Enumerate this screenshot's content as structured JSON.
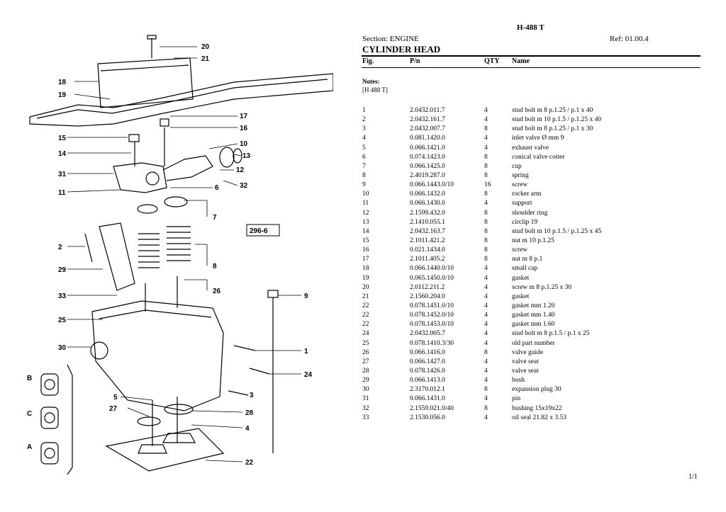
{
  "header": {
    "model": "H-488 T",
    "section": "Section: ENGINE",
    "ref": "Ref: 01.00.4",
    "title": "CYLINDER HEAD"
  },
  "columns": {
    "fig": "Fig.",
    "pn": "P/n",
    "qty": "QTY",
    "name": "Name"
  },
  "notes": {
    "title": "Notes:",
    "text": "[H 488 T]"
  },
  "parts": [
    {
      "fig": "1",
      "pn": "2.0432.011.7",
      "qty": "4",
      "name": "stud bolt m 8 p.1.25 / p.1 x 40"
    },
    {
      "fig": "2",
      "pn": "2.0432.161.7",
      "qty": "4",
      "name": "stud bolt m 10 p.1.5 / p.1.25 x 40"
    },
    {
      "fig": "3",
      "pn": "2.0432.007.7",
      "qty": "8",
      "name": "stud bolt m 8 p.1.25 / p.1 x 30"
    },
    {
      "fig": "4",
      "pn": "0.081.1420.0",
      "qty": "4",
      "name": "inlet valve Ø mm 9"
    },
    {
      "fig": "5",
      "pn": "0.066.1421.0",
      "qty": "4",
      "name": "exhaust valve"
    },
    {
      "fig": "6",
      "pn": "0.074.1423.0",
      "qty": "8",
      "name": "conical valve cotter"
    },
    {
      "fig": "7",
      "pn": "0.066.1425.0",
      "qty": "8",
      "name": "cup"
    },
    {
      "fig": "8",
      "pn": "2.4019.287.0",
      "qty": "8",
      "name": "spring"
    },
    {
      "fig": "9",
      "pn": "0.066.1443.0/10",
      "qty": "16",
      "name": "screw"
    },
    {
      "fig": "10",
      "pn": "0.066.1432.0",
      "qty": "8",
      "name": "rocker arm"
    },
    {
      "fig": "11",
      "pn": "0.066.1430.0",
      "qty": "4",
      "name": "support"
    },
    {
      "fig": "12",
      "pn": "2.1599.432.0",
      "qty": "8",
      "name": "shoulder ring"
    },
    {
      "fig": "13",
      "pn": "2.1410.055.1",
      "qty": "8",
      "name": "circlip 19"
    },
    {
      "fig": "14",
      "pn": "2.0432.163.7",
      "qty": "8",
      "name": "stud bolt m 10 p.1.5 / p.1.25 x 45"
    },
    {
      "fig": "15",
      "pn": "2.1011.421.2",
      "qty": "8",
      "name": "nut m 10 p.1.25"
    },
    {
      "fig": "16",
      "pn": "0.021.1434.0",
      "qty": "8",
      "name": "screw"
    },
    {
      "fig": "17",
      "pn": "2.1011.405.2",
      "qty": "8",
      "name": "nut m 8 p.1"
    },
    {
      "fig": "18",
      "pn": "0.066.1440.0/10",
      "qty": "4",
      "name": "small cap"
    },
    {
      "fig": "19",
      "pn": "0.065.1450.0/10",
      "qty": "4",
      "name": "gasket"
    },
    {
      "fig": "20",
      "pn": "2.0112.211.2",
      "qty": "4",
      "name": "screw m 8 p.1.25 x 30"
    },
    {
      "fig": "21",
      "pn": "2.1560.204.0",
      "qty": "4",
      "name": "gasket"
    },
    {
      "fig": "22",
      "pn": "0.078.1451.0/10",
      "qty": "4",
      "name": "gasket mm 1.20"
    },
    {
      "fig": "22",
      "pn": "0.078.1452.0/10",
      "qty": "4",
      "name": "gasket mm 1.40"
    },
    {
      "fig": "22",
      "pn": "0.078.1453.0/10",
      "qty": "4",
      "name": "gasket mm 1.60"
    },
    {
      "fig": "24",
      "pn": "2.0432.005.7",
      "qty": "4",
      "name": "stud bolt m 8 p.1.5 / p.1 x 25"
    },
    {
      "fig": "25",
      "pn": "0.078.1410.3/30",
      "qty": "4",
      "name": "old part number"
    },
    {
      "fig": "26",
      "pn": "0.066.1416.0",
      "qty": "8",
      "name": "valve guide"
    },
    {
      "fig": "27",
      "pn": "0.066.1427.0",
      "qty": "4",
      "name": "valve seat"
    },
    {
      "fig": "28",
      "pn": "0.078.1426.0",
      "qty": "4",
      "name": "valve seat"
    },
    {
      "fig": "29",
      "pn": "0.066.1413.0",
      "qty": "4",
      "name": "bush"
    },
    {
      "fig": "30",
      "pn": "2.3170.012.1",
      "qty": "8",
      "name": "expansion plug 30"
    },
    {
      "fig": "31",
      "pn": "0.066.1431.0",
      "qty": "4",
      "name": "pin"
    },
    {
      "fig": "32",
      "pn": "2.1559.021.0/40",
      "qty": "8",
      "name": "bushing 15x19x22"
    },
    {
      "fig": "33",
      "pn": "2.1530.056.0",
      "qty": "4",
      "name": "oil seal 21.82 x 3.53"
    }
  ],
  "diagram": {
    "drawing_code": "296-6",
    "callouts": [
      "20",
      "21",
      "18",
      "19",
      "17",
      "16",
      "15",
      "10",
      "13",
      "14",
      "12",
      "31",
      "32",
      "6",
      "11",
      "7",
      "2",
      "8",
      "29",
      "26",
      "9",
      "33",
      "25",
      "1",
      "30",
      "24",
      "B",
      "5",
      "3",
      "27",
      "28",
      "C",
      "4",
      "A",
      "22"
    ]
  },
  "page_number": "1/1"
}
